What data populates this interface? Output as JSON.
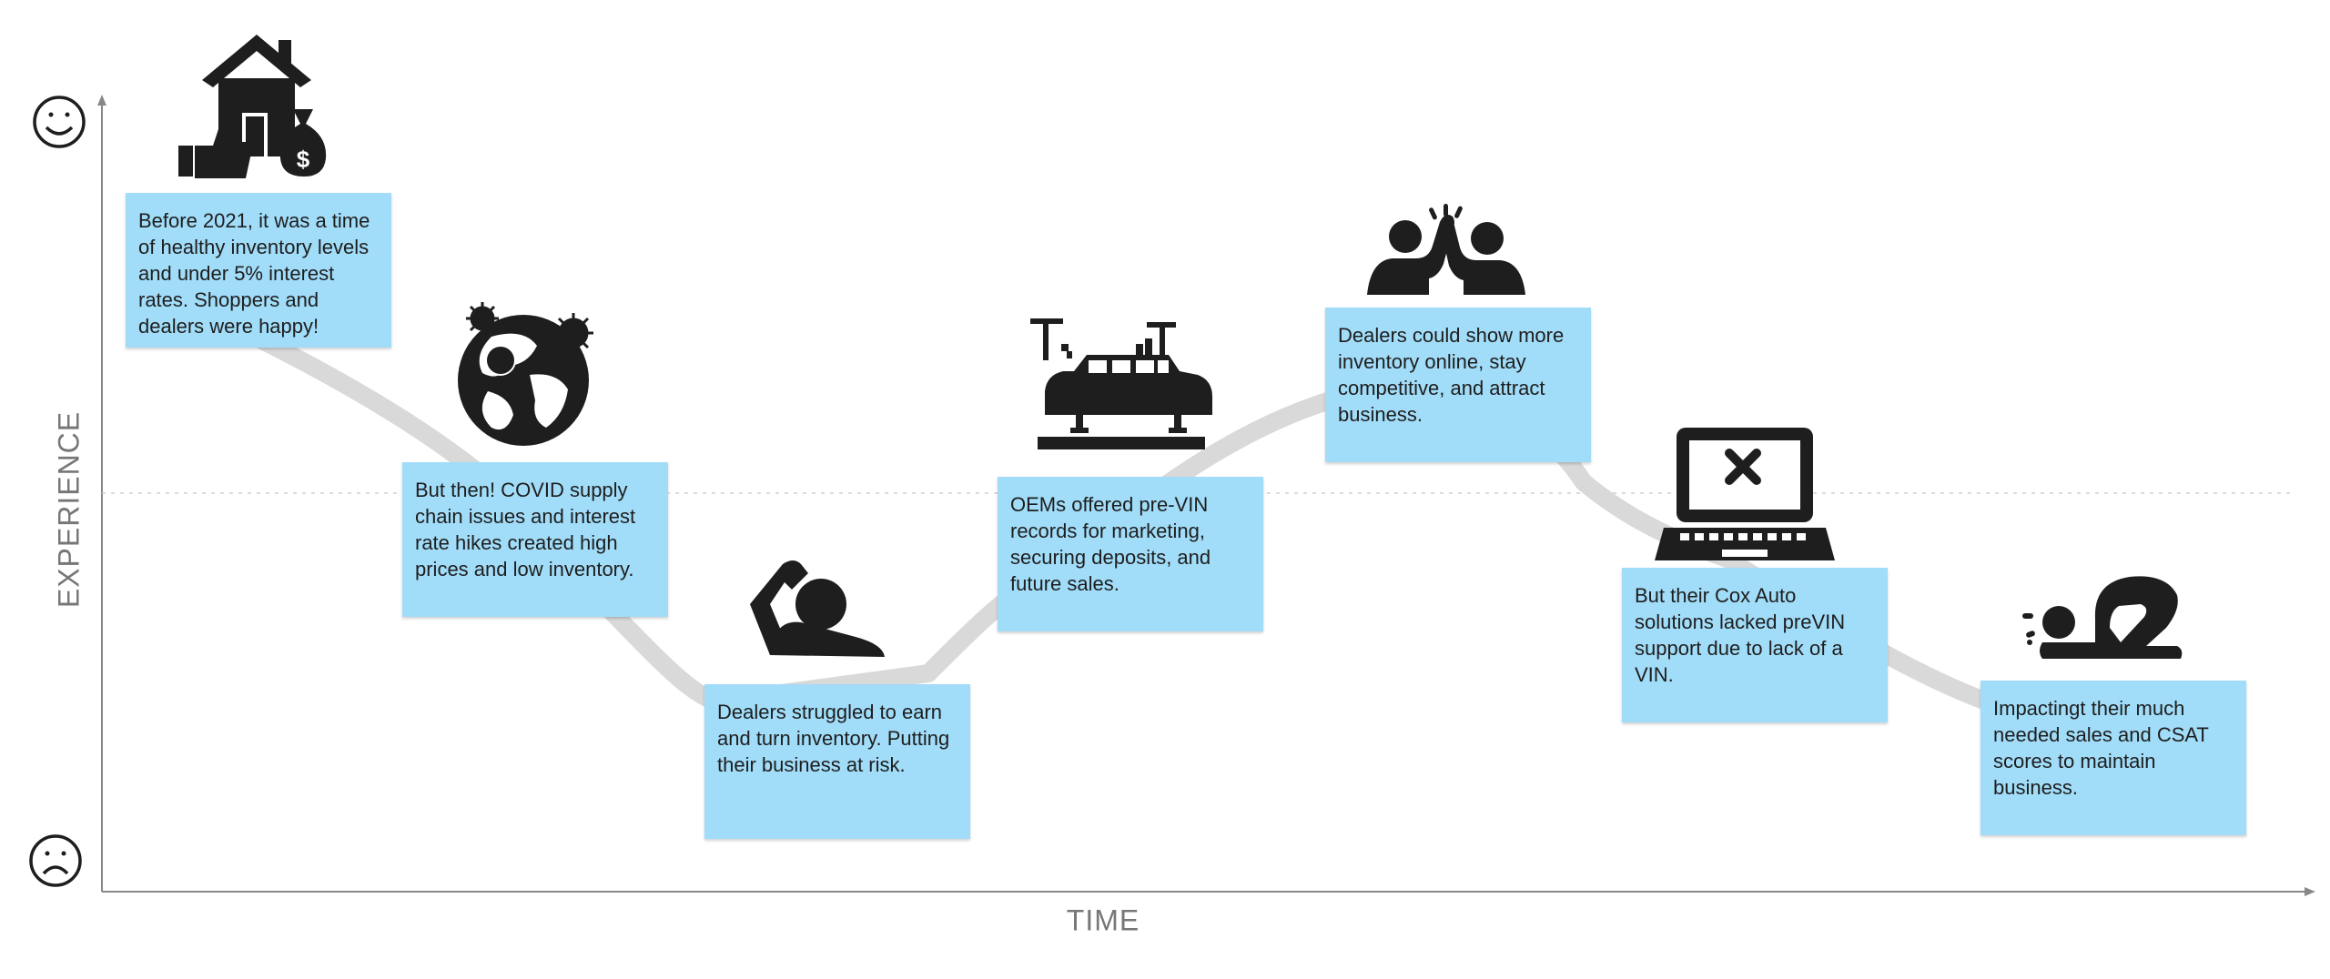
{
  "axes": {
    "y_label": "EXPERIENCE",
    "x_label": "TIME"
  },
  "stages": [
    {
      "text": "Before 2021, it was a time of healthy inventory levels and under 5% interest rates. Shoppers and dealers were happy!",
      "icon": "house-money-thumbs-up-icon",
      "experience": 0.82
    },
    {
      "text": "But then! COVID supply chain issues and interest rate hikes created high prices and low inventory.",
      "icon": "covid-globe-icon",
      "experience": 0.46
    },
    {
      "text": "Dealers struggled to earn and turn inventory. Putting their business at risk.",
      "icon": "exhausted-person-icon",
      "experience": 0.12
    },
    {
      "text": "OEMs offered pre-VIN records for marketing, securing deposits, and future sales.",
      "icon": "car-assembly-icon",
      "experience": 0.44
    },
    {
      "text": "Dealers could show more inventory online, stay competitive, and attract business.",
      "icon": "high-five-icon",
      "experience": 0.64
    },
    {
      "text": "But their Cox Auto solutions lacked preVIN support due to lack of a VIN.",
      "icon": "laptop-error-icon",
      "experience": 0.4
    },
    {
      "text": "Impactingt their much needed sales and CSAT scores to maintain business.",
      "icon": "crying-person-icon",
      "experience": 0.26
    }
  ],
  "colors": {
    "note": "#a1dcf8",
    "path": "#d9d9d9",
    "axis": "#888888",
    "icon": "#1e1e1e"
  }
}
